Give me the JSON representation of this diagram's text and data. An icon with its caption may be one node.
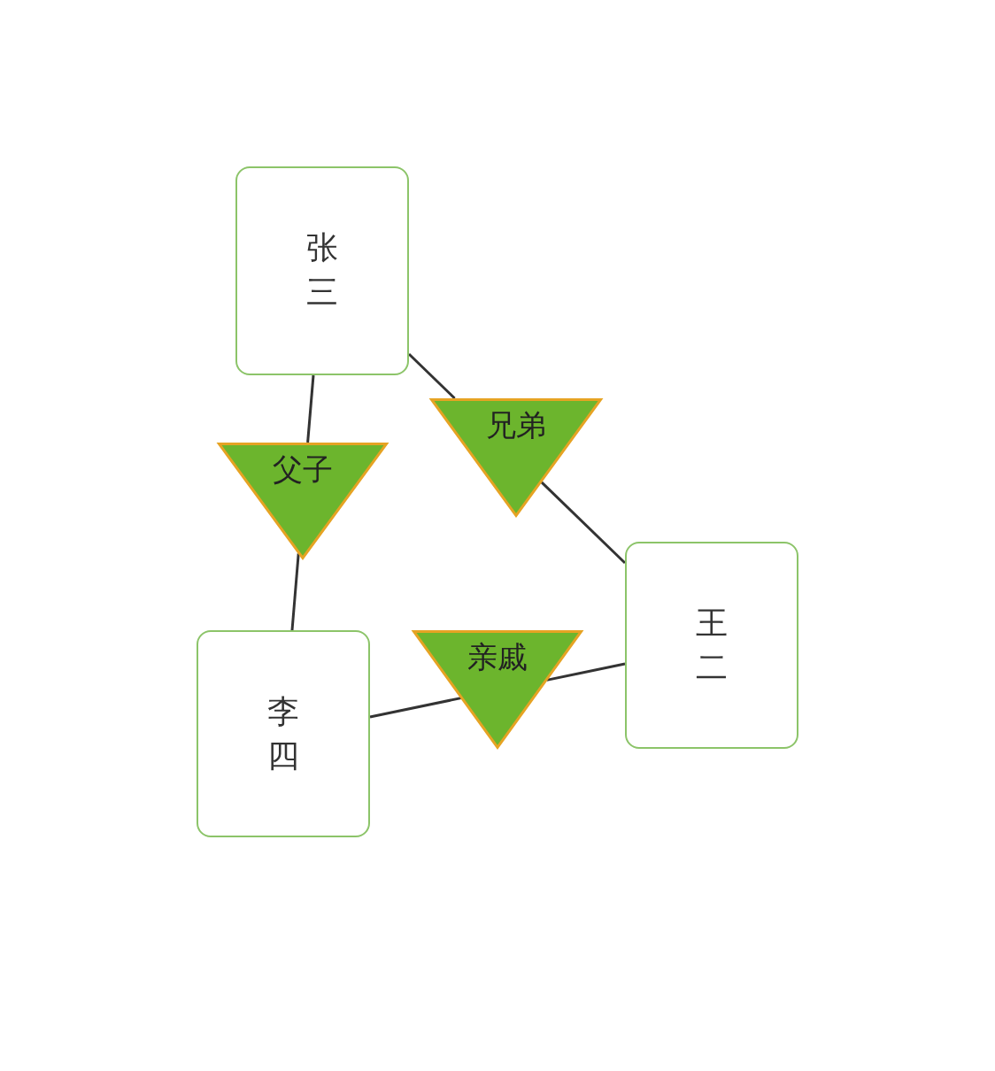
{
  "diagram": {
    "nodes": [
      {
        "text": [
          "张三"
        ]
      },
      {
        "text": [
          "兄弟"
        ]
      },
      {
        "text": [
          "父子"
        ]
      },
      {
        "text": [
          "王二"
        ]
      },
      {
        "text": [
          "李四"
        ]
      },
      {
        "text": [
          "亲戚"
        ]
      }
    ],
    "edges": [
      {
        "from": 0,
        "to": 2,
        "arrow": "none"
      },
      {
        "from": 2,
        "to": 4,
        "arrow": "none"
      },
      {
        "from": 0,
        "to": 1,
        "arrow": "none"
      },
      {
        "from": 1,
        "to": 3,
        "arrow": "none"
      },
      {
        "from": 4,
        "to": 5,
        "arrow": "none"
      },
      {
        "from": 5,
        "to": 3,
        "arrow": "none"
      }
    ]
  }
}
